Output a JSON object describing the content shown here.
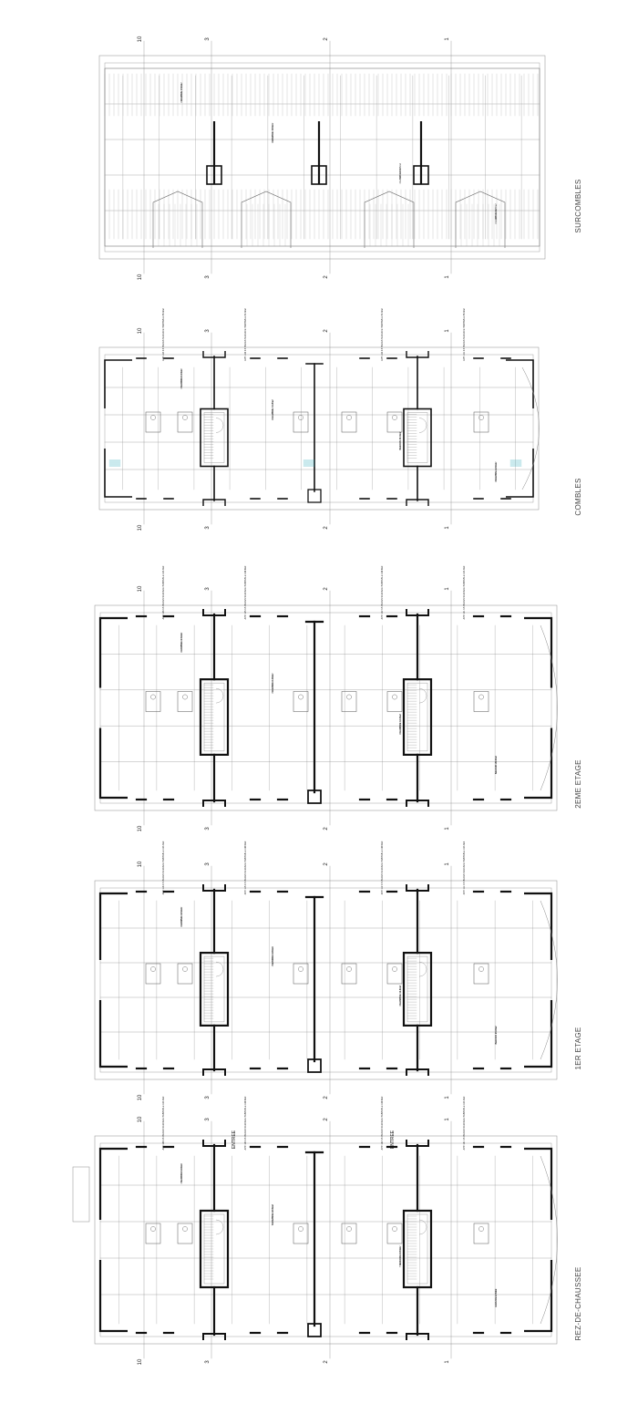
{
  "floors": [
    {
      "id": "surcombles",
      "title": "SURCOMBLES",
      "rooms": [
        "CHAMBRE 15.5m2",
        "CHAMBRE 15.5m2",
        "CHAMBRE 15.5m2",
        "CHAMBRE 15.5m2",
        "DOUCHE 3.6m2",
        "DOUCHE 3.6m2",
        "WC 1.9m2",
        "WC 1.9m2"
      ],
      "apartments": [],
      "entries": []
    },
    {
      "id": "combles",
      "title": "COMBLES",
      "rooms": [
        "CHAMBRE 14.4m2",
        "CHAMBRE 13.8m2",
        "SEJOUR 31.6m2",
        "CHAMBRE 12.0m2",
        "SEJOUR 31.6m2",
        "CHAMBRE 13.8m2",
        "BALCON 15.7m2",
        "BALCON 22.9m2"
      ],
      "apartments": [
        "APP. 134 3.5 PIECES SURFACE HABITABLE 95.3m2",
        "APP. 133 3.5 PIECES SURFACE HABITABLE 94.3m2",
        "APP. 132 3.5 PIECES SURFACE HABITABLE 94.3m2",
        "APP. 131 3.5 PIECES SURFACE HABITABLE 95.3m2"
      ],
      "entries": []
    },
    {
      "id": "2eme",
      "title": "2EME ETAGE",
      "rooms": [
        "CHAMBRE 14.2m2",
        "CHAMBRE 14.3m2",
        "CHAMBRE 12.6m2",
        "SEJOUR 43.6m2",
        "CUISINE 12.5m2",
        "SEJOUR 31.8m2",
        "CHAMBRE 11.4m2",
        "BALCON 25.0m2"
      ],
      "apartments": [
        "APP. 126 4.5 PIECES SURFACE HABITABLE 104.4m2",
        "APP. 125 4.5 PIECES SURFACE HABITABLE 108.9m2",
        "APP. 122 4.5 PIECES SURFACE HABITABLE 108.9m2",
        "APP. 121 4.5 PIECES SURFACE HABITABLE 104.4m2"
      ],
      "entries": []
    },
    {
      "id": "1er",
      "title": "1ER ETAGE",
      "rooms": [
        "CHAMBRE 14.2m2",
        "CHAMBRE 14.3m2",
        "CHAMBRE 12.6m2",
        "SEJOUR 43.6m2",
        "CUISINE 12.5m2",
        "SEJOUR 31.8m2",
        "CHAMBRE 11.4m2",
        "BALCON 25.0m2"
      ],
      "apartments": [
        "APP. 116 4.5 PIECES SURFACE HABITABLE 104.4m2",
        "APP. 115 4.5 PIECES SURFACE HABITABLE 108.9m2",
        "APP. 112 4.5 PIECES SURFACE HABITABLE 108.9m2",
        "APP. 111 4.5 PIECES SURFACE HABITABLE 104.4m2"
      ],
      "entries": []
    },
    {
      "id": "rez",
      "title": "REZ-DE-CHAUSSEE",
      "rooms": [
        "CHAMBRE 14.3m2",
        "CHAMBRE 12.6m2",
        "SEJOUR 31.8m2",
        "CUISINE 12.5m2",
        "SEJOUR 41.4m2",
        "TERRASSE 20.6m2",
        "TERRASSE 21.3m2",
        "HALL D'ENTREE"
      ],
      "apartments": [
        "APP. 106 4.5 PIECES SURFACE HABITABLE 104.4m2",
        "APP. 103 4.5 PIECES SURFACE HABITABLE 108.9m2",
        "APP. 102 4.5 PIECES SURFACE HABITABLE 108.9m2",
        "APP. 101 4.5 PIECES SURFACE HABITABLE 104.4m2"
      ],
      "entries": [
        "ENTREE",
        "ENTREE"
      ]
    }
  ],
  "axes": [
    "10",
    "3",
    "2",
    "1"
  ],
  "colors": {
    "wall": "#111111",
    "thin": "#8a8a8a",
    "hatch": "#b5b5b5",
    "stair": "#2aa8b8",
    "text": "#444444"
  }
}
